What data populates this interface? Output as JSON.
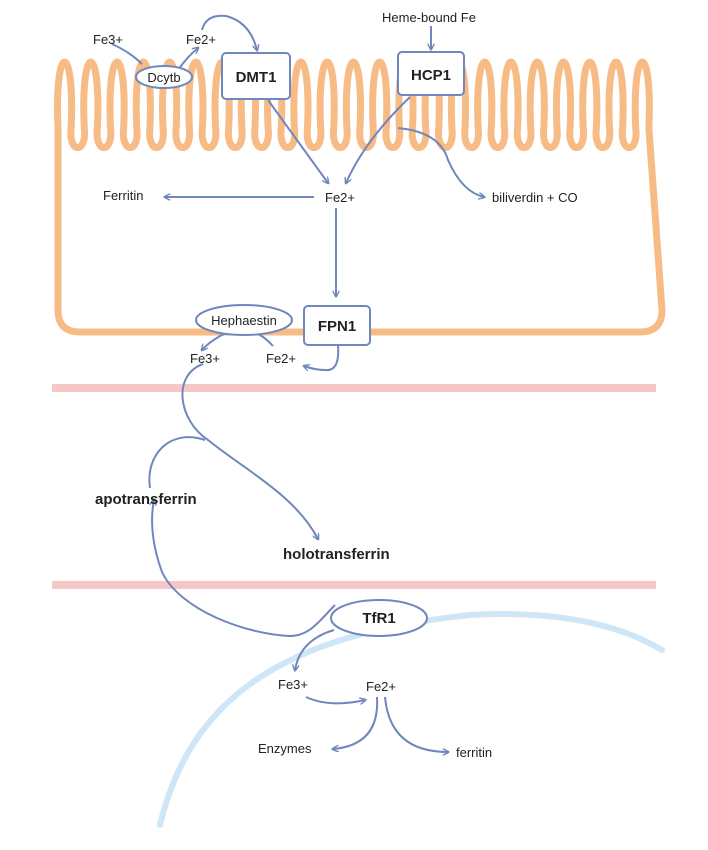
{
  "colors": {
    "membrane": "#f7bc85",
    "arrow": "#6f87bd",
    "blood_vessel_line": "#f5c7c7",
    "cell_membrane": "#cfe6f7"
  },
  "enterocyte": {
    "fe3_top": "Fe3+",
    "fe2_top": "Fe2+",
    "dcytb": "Dcytb",
    "dmt1": "DMT1",
    "heme": "Heme-bound Fe",
    "hcp1": "HCP1",
    "fe2_center": "Fe2+",
    "ferritin": "Ferritin",
    "biliverdin": "biliverdin + CO",
    "fpn1": "FPN1",
    "hephaestin": "Hephaestin",
    "fe3_basal": "Fe3+",
    "fe2_basal": "Fe2+"
  },
  "plasma": {
    "apotransferrin": "apotransferrin",
    "holotransferrin": "holotransferrin"
  },
  "target_cell": {
    "tfr1": "TfR1",
    "fe3": "Fe3+",
    "fe2": "Fe2+",
    "enzymes": "Enzymes",
    "ferritin": "ferritin"
  }
}
